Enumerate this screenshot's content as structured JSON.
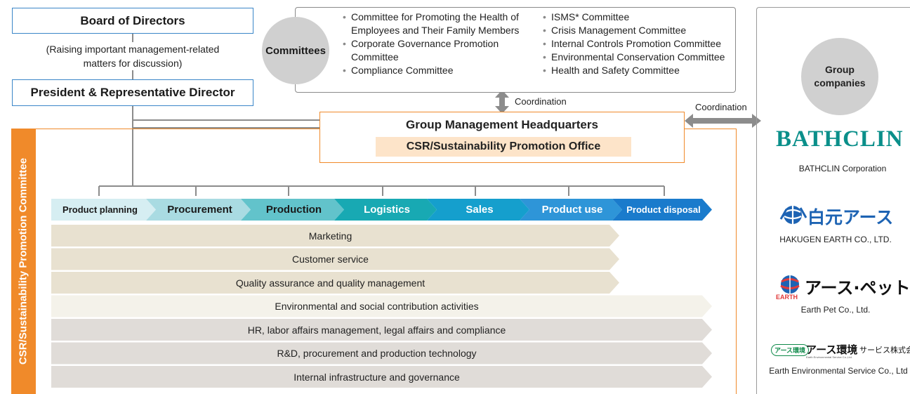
{
  "board": {
    "title": "Board of Directors",
    "note_line1": "(Raising important management-related",
    "note_line2": "matters for discussion)"
  },
  "president": {
    "title": "President & Representative Director"
  },
  "committees": {
    "label": "Committees",
    "col1": [
      "Committee for Promoting the Health of",
      "Employees and Their Family Members",
      "Corporate Governance Promotion",
      "Committee",
      "Compliance Committee"
    ],
    "col2": [
      "ISMS* Committee",
      "Crisis Management Committee",
      "Internal Controls Promotion Committee",
      "Environmental Conservation Committee",
      "Health and Safety Committee"
    ]
  },
  "coordination_label": "Coordination",
  "hq": {
    "title": "Group Management Headquarters",
    "office": "CSR/Sustainability Promotion Office"
  },
  "csr_committee": {
    "label": "CSR/Sustainability Promotion Committee"
  },
  "value_chain": [
    {
      "label": "Product planning",
      "color": "#d6eef2",
      "text": "#1a1a1a"
    },
    {
      "label": "Procurement",
      "color": "#a9dbe2",
      "text": "#1a1a1a"
    },
    {
      "label": "Production",
      "color": "#62c3cb",
      "text": "#1a1a1a"
    },
    {
      "label": "Logistics",
      "color": "#18a9b3",
      "text": "#ffffff"
    },
    {
      "label": "Sales",
      "color": "#159fcd",
      "text": "#ffffff"
    },
    {
      "label": "Product use",
      "color": "#2e95d8",
      "text": "#ffffff"
    },
    {
      "label": "Product disposal",
      "color": "#1a7bcc",
      "text": "#ffffff"
    }
  ],
  "functions": [
    {
      "label": "Marketing",
      "color": "#e8e1d0"
    },
    {
      "label": "Customer service",
      "color": "#e8e1d0"
    },
    {
      "label": "Quality assurance and quality management",
      "color": "#e8e1d0"
    },
    {
      "label": "Environmental and social contribution activities",
      "color": "#f4f2ea"
    },
    {
      "label": "HR, labor affairs management, legal affairs and compliance",
      "color": "#e0dcd8"
    },
    {
      "label": "R&D, procurement and production technology",
      "color": "#e0dcd8"
    },
    {
      "label": "Internal infrastructure and governance",
      "color": "#e0dcd8"
    }
  ],
  "group": {
    "label_line1": "Group",
    "label_line2": "companies",
    "companies": [
      {
        "logo": "BATHCLIN",
        "name": "BATHCLIN  Corporation"
      },
      {
        "logo": "白元アース",
        "name": "HAKUGEN EARTH CO., LTD."
      },
      {
        "logo": "アース·ペット",
        "logo_sub": "EARTH",
        "name": "Earth Pet Co., Ltd."
      },
      {
        "logo": "アース環境",
        "logo_badge": "アース環境",
        "logo_suffix": "サービス株式会社",
        "logo_small": "Earth Environmental Service Co.,Ltd.",
        "name": "Earth Environmental Service Co., Ltd"
      }
    ]
  },
  "colors": {
    "accent_orange": "#f08a2a",
    "accent_blue": "#3a86c8",
    "gray_circle": "#d0d0d0",
    "logo_teal": "#0a8f8a",
    "logo_blue": "#1d63b3"
  }
}
